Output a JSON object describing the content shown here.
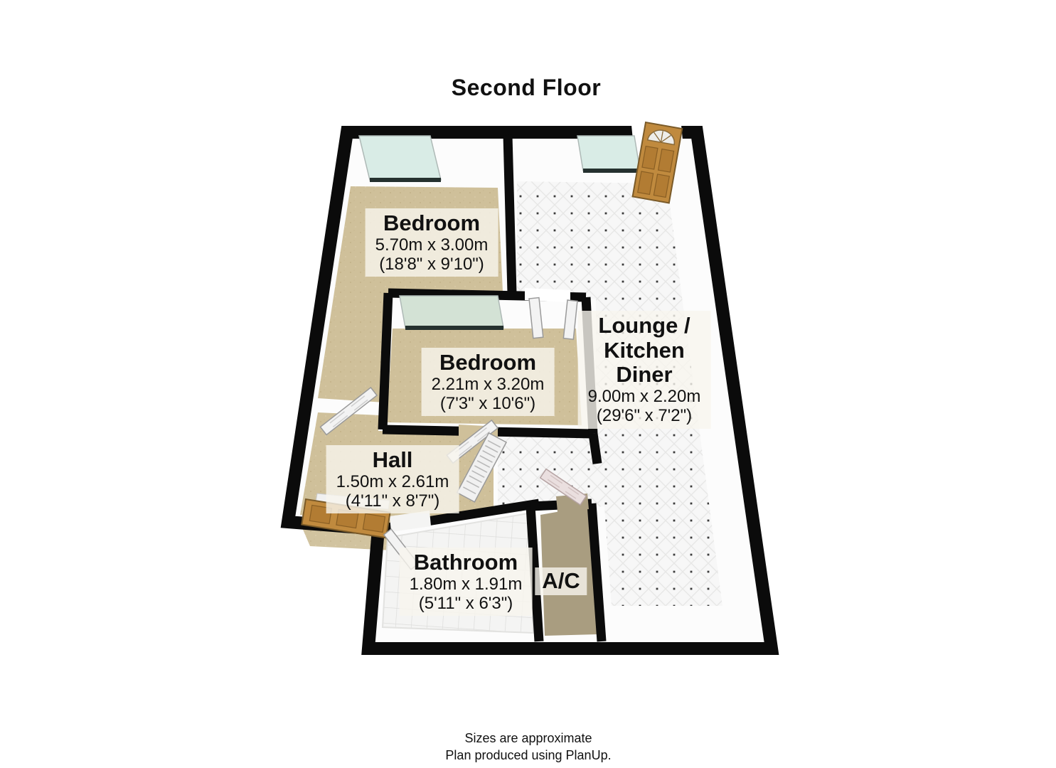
{
  "title": "Second Floor",
  "floor_plan": {
    "rooms": {
      "bedroom1": {
        "name": "Bedroom",
        "metric": "5.70m x 3.00m",
        "imperial": "(18'8\" x 9'10\")"
      },
      "bedroom2": {
        "name": "Bedroom",
        "metric": "2.21m x 3.20m",
        "imperial": "(7'3\" x 10'6\")"
      },
      "lounge": {
        "name": "Lounge / Kitchen Diner",
        "name_lines": [
          "Lounge /",
          "Kitchen",
          "Diner"
        ],
        "metric": "9.00m x 2.20m",
        "imperial": "(29'6\" x 7'2\")"
      },
      "hall": {
        "name": "Hall",
        "metric": "1.50m x 2.61m",
        "imperial": "(4'11\" x 8'7\")"
      },
      "bathroom": {
        "name": "Bathroom",
        "metric": "1.80m x 1.91m",
        "imperial": "(5'11\" x 6'3\")"
      },
      "ac": {
        "name": "A/C"
      }
    },
    "icons": [
      "entrance-door-icon",
      "hall-door-icon",
      "window-icon",
      "louvered-door-icon"
    ]
  },
  "footer": {
    "line1": "Sizes are approximate",
    "line2": "Plan produced using PlanUp."
  },
  "colors": {
    "wall": "#0b0b0b",
    "floor_tan": "#cfc09a",
    "floor_tan_dark": "#a99d80",
    "tile_white": "#f7f7f7",
    "window_glass": "#d9ece6",
    "door_wood": "#c08a3e",
    "label_bg": "rgba(248,245,238,0.80)"
  }
}
